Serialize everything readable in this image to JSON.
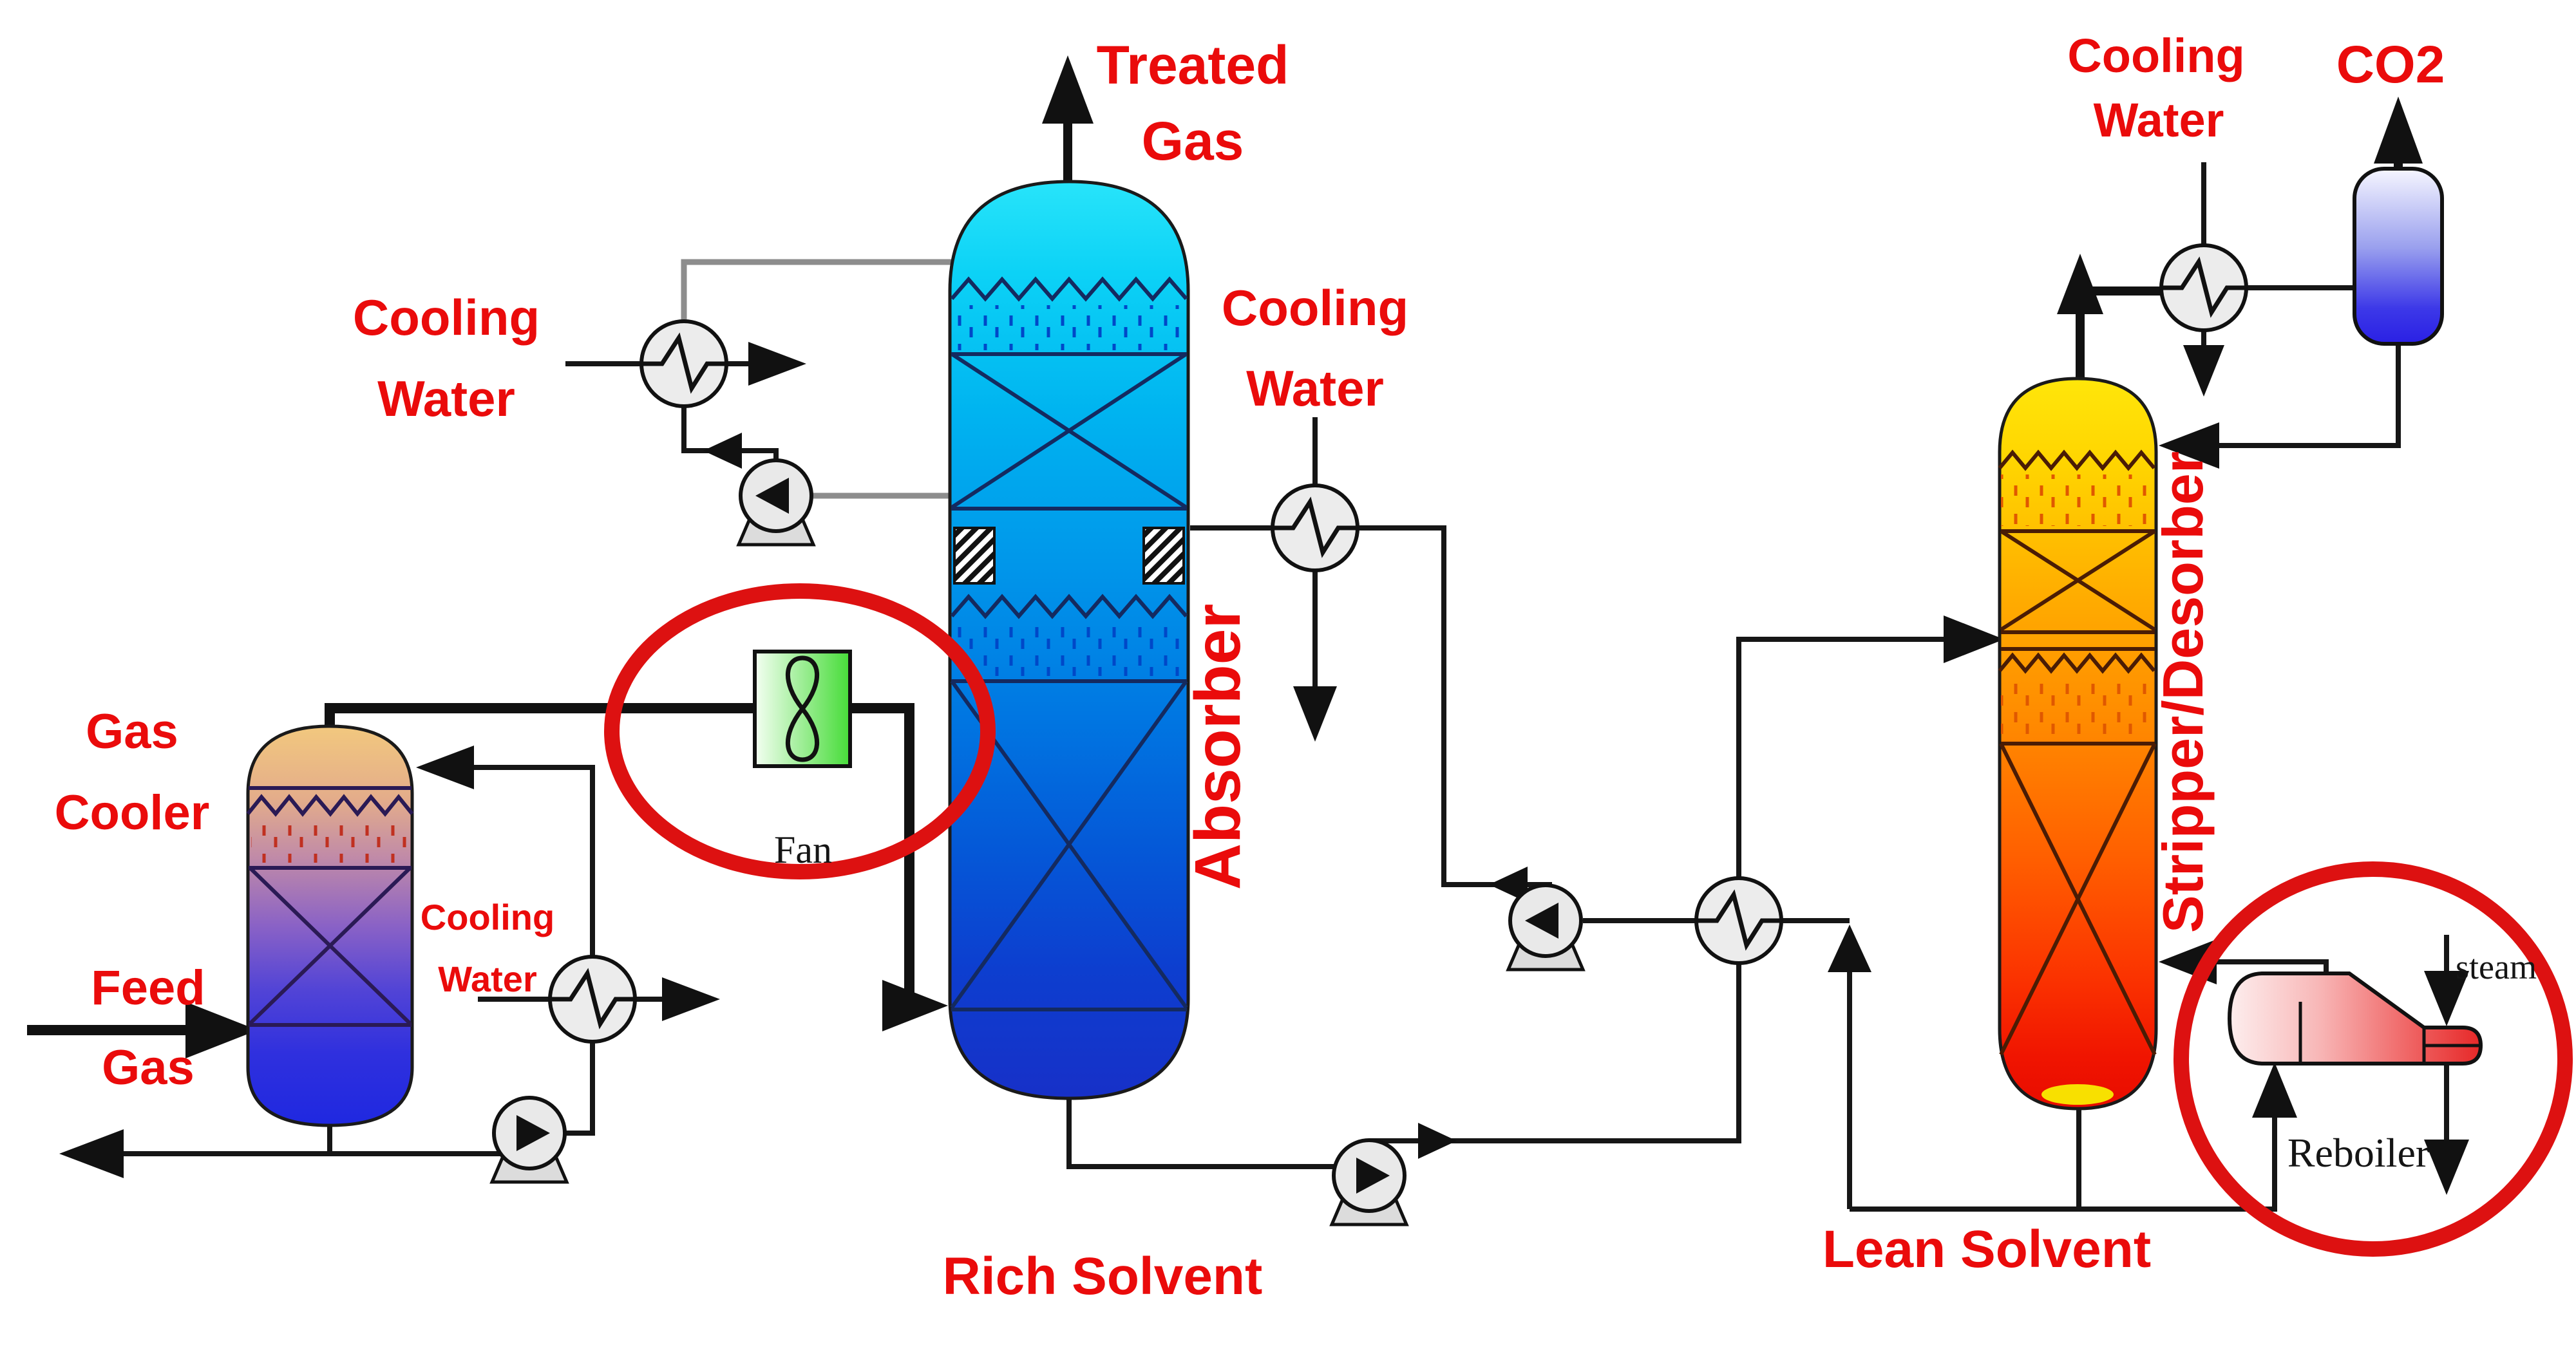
{
  "labels": {
    "treated_gas": {
      "line1": "Treated",
      "line2": "Gas"
    },
    "cooling_water": {
      "line1": "Cooling",
      "line2": "Water"
    },
    "gas_cooler": {
      "line1": "Gas",
      "line2": "Cooler"
    },
    "feed_gas": {
      "line1": "Feed",
      "line2": "Gas"
    },
    "fan": "Fan",
    "absorber": "Absorber",
    "stripper": "Stripper/Desorber",
    "rich_solvent": "Rich Solvent",
    "lean_solvent": "Lean Solvent",
    "co2": "CO2",
    "steam": "steam",
    "reboiler": "Reboiler"
  },
  "colors": {
    "label_red": "#ea0b0b",
    "highlight_circle_red": "#dd1111",
    "line_black": "#161616",
    "line_gray": "#8d8d8d",
    "fan_green": "#46dc38",
    "absorber_top_cyan": "#28e4fa",
    "absorber_bottom_blue": "#1730c8",
    "stripper_top_yellow": "#ffe60a",
    "stripper_bottom_red": "#e80c00",
    "gas_cooler_top_tan": "#f2c87e",
    "gas_cooler_bottom_blue": "#1f28e0",
    "reflux_drum_blue": "#2a20e4",
    "reboiler_red": "#e62828",
    "equipment_gray": "#ececec"
  }
}
